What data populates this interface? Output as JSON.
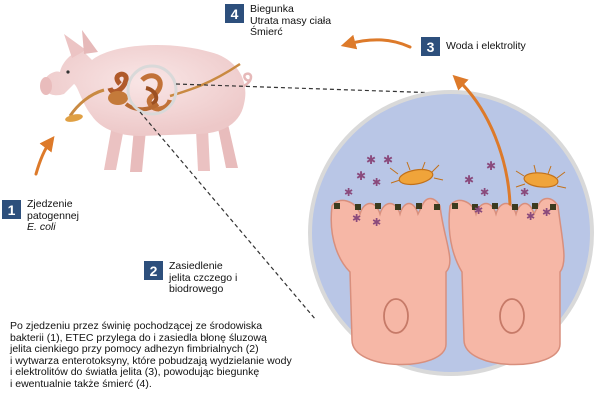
{
  "steps": [
    {
      "number": "1",
      "lines": [
        "Zjedzenie",
        "patogennej",
        "E. coli"
      ]
    },
    {
      "number": "2",
      "lines": [
        "Zasiedlenie",
        "jelita czczego i",
        "biodrowego"
      ]
    },
    {
      "number": "3",
      "lines": [
        "Woda i elektrolity"
      ]
    },
    {
      "number": "4",
      "lines": [
        "Biegunka",
        "Utrata masy ciała",
        "Śmierć"
      ]
    }
  ],
  "caption": [
    "Po zjedzeniu przez świnię pochodzącej ze środowiska",
    "bakterii (1), ETEC przylega do i zasiedla błonę śluzową",
    "jelita cienkiego przy pomocy adhezyn fimbrialnych (2)",
    "i wytwarza enterotoksyny, które pobudzają wydzielanie wody",
    "i elektrolitów do światła jelita (3), powodując biegunkę",
    "i ewentualnie także śmierć (4)."
  ],
  "colors": {
    "badge": "#2d4f7c",
    "pig": "#f4d6d6",
    "circle": "#b9c6e6",
    "villus": "#f6b7a6",
    "arrow": "#dd7a2a",
    "bacteria": "#f0a43a",
    "toxin": "#8a4a7c"
  },
  "icons": [
    "pig-illustration",
    "intestine-icon",
    "villus-icon",
    "bacterium-icon",
    "toxin-icon",
    "arrow-icon"
  ]
}
